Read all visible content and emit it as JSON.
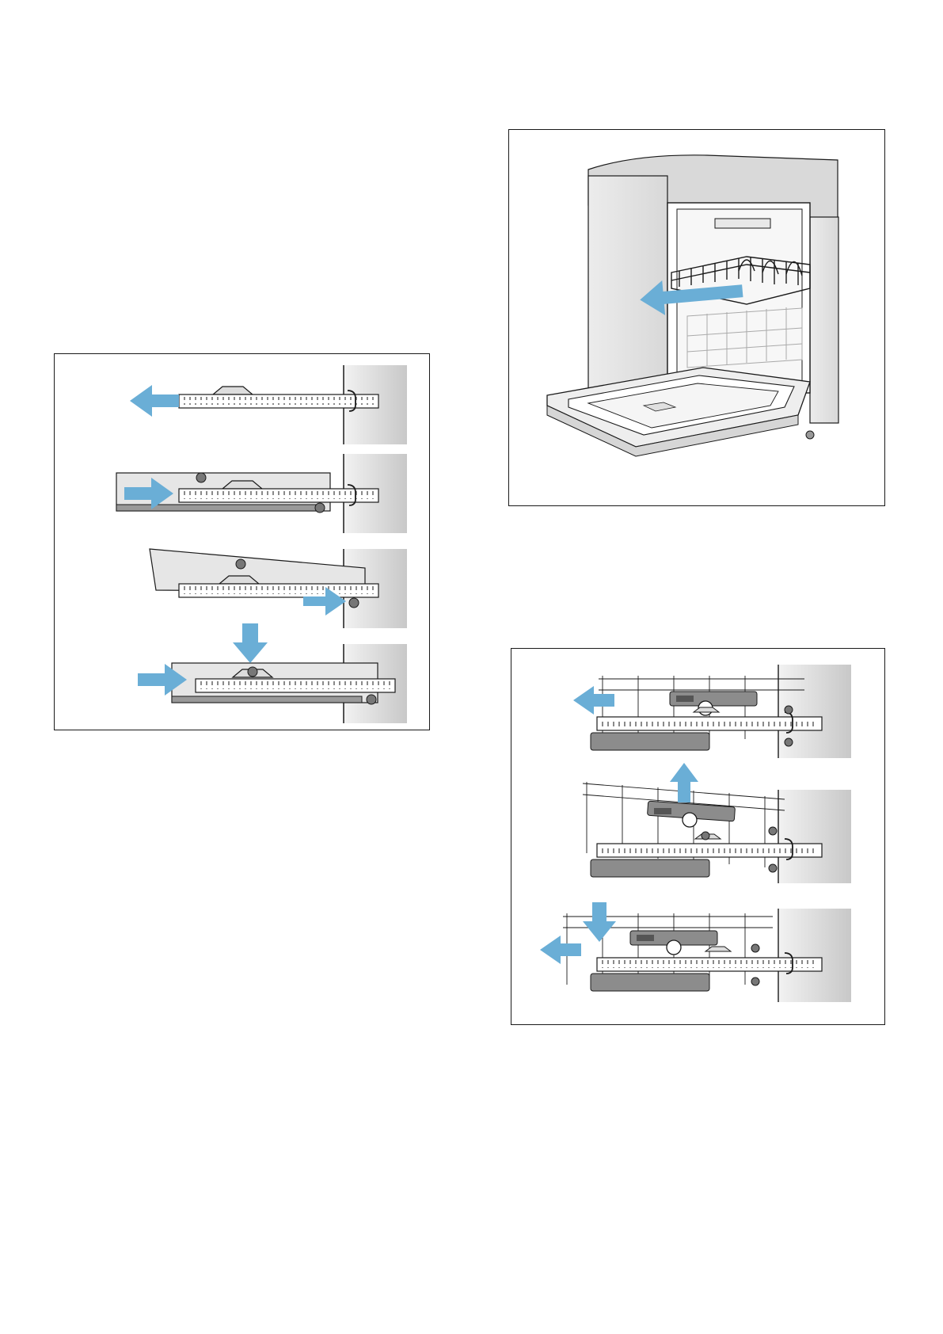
{
  "document": {
    "type": "instruction-manual-page",
    "text_blocks": []
  },
  "figures": [
    {
      "id": "rail-mounting-steps",
      "steps": 4,
      "icons": [
        "arrow-left-icon",
        "arrow-right-icon",
        "arrow-down-icon"
      ]
    },
    {
      "id": "dishwasher-rack-removal",
      "icons": [
        "arrow-left-icon"
      ]
    },
    {
      "id": "basket-release-steps",
      "steps": 3,
      "icons": [
        "arrow-left-icon",
        "arrow-up-icon",
        "arrow-down-icon"
      ]
    }
  ],
  "colors": {
    "arrow": "#6aaed6",
    "outline": "#1a1a1a",
    "wall": "#d4d4d4",
    "part": "#e6e6e6",
    "part_dark": "#8c8c8c"
  }
}
